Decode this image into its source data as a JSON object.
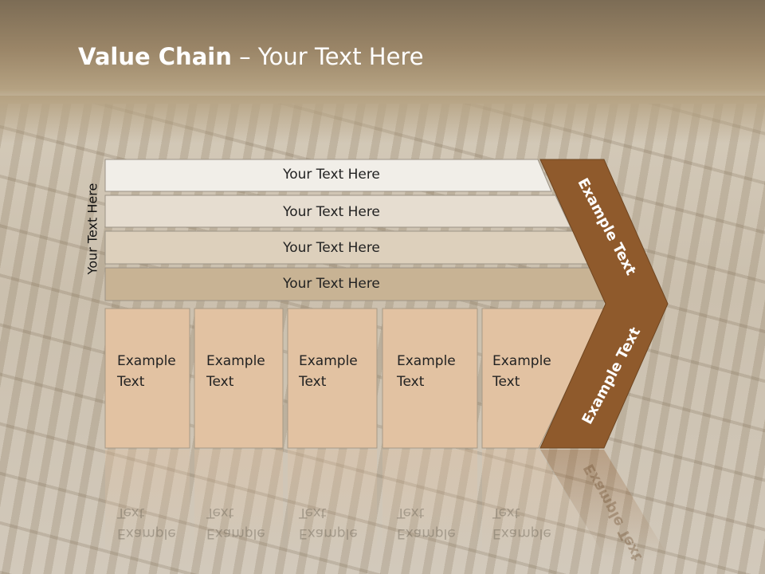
{
  "title": {
    "bold": "Value Chain",
    "rest": " – Your Text Here"
  },
  "side_label": "Your Text Here",
  "bars": [
    {
      "label": "Your Text Here"
    },
    {
      "label": "Your Text Here"
    },
    {
      "label": "Your Text Here"
    },
    {
      "label": "Your Text Here"
    }
  ],
  "columns": [
    {
      "line1": "Example",
      "line2": "Text"
    },
    {
      "line1": "Example",
      "line2": "Text"
    },
    {
      "line1": "Example",
      "line2": "Text"
    },
    {
      "line1": "Example",
      "line2": "Text"
    },
    {
      "line1": "Example",
      "line2": "Text"
    }
  ],
  "chevron": {
    "upper": "Example Text",
    "lower": "Example Text"
  },
  "colors": {
    "chevron": "#8f5a2c",
    "bar_1": "#f1eee8",
    "bar_2": "#e6ddd0",
    "bar_3": "#ddd0bc",
    "bar_4": "#c8b394",
    "column": "#e2c2a2"
  }
}
